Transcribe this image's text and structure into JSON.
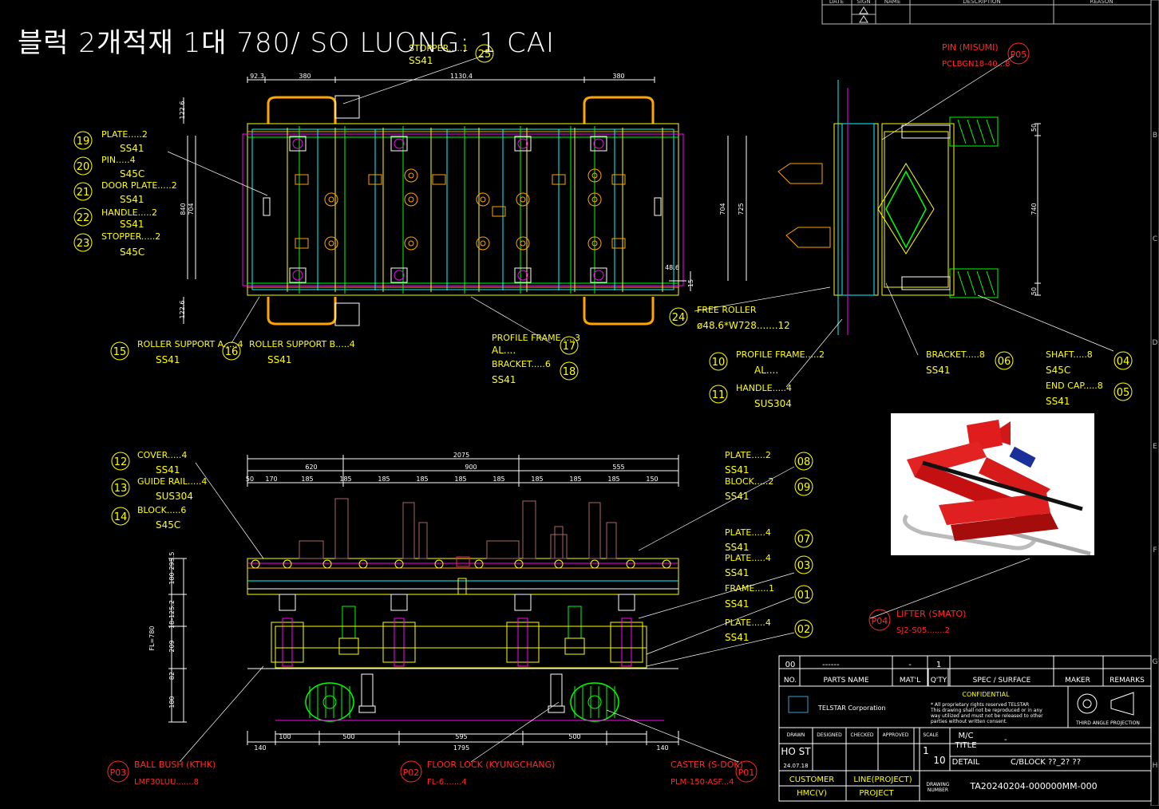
{
  "header_title": "블럭 2개적재 1대 780/ SO LUONG: 1 CAI",
  "revision_table": {
    "headers": [
      "DATE",
      "SIGN",
      "NAME",
      "DESCRIPTION",
      "REASON"
    ]
  },
  "callouts_top": [
    {
      "no": "25",
      "label": "STOPPER.....1",
      "mat": "SS41"
    },
    {
      "no": "19",
      "label": "PLATE.....2",
      "mat": "SS41"
    },
    {
      "no": "20",
      "label": "PIN.....4",
      "mat": "S45C"
    },
    {
      "no": "21",
      "label": "DOOR PLATE.....2",
      "mat": "SS41"
    },
    {
      "no": "22",
      "label": "HANDLE.....2",
      "mat": "SS41"
    },
    {
      "no": "23",
      "label": "STOPPER.....2",
      "mat": "S45C"
    },
    {
      "no": "15",
      "label": "ROLLER SUPPORT A.....4",
      "mat": "SS41"
    },
    {
      "no": "16",
      "label": "ROLLER SUPPORT B.....4",
      "mat": "SS41"
    },
    {
      "no": "17",
      "label": "PROFILE FRAME.....3",
      "mat": "AL...."
    },
    {
      "no": "18",
      "label": "BRACKET.....6",
      "mat": "SS41"
    },
    {
      "no": "24",
      "label": "FREE ROLLER",
      "mat": "ø48.6*W728.......12"
    },
    {
      "no": "10",
      "label": "PROFILE FRAME.....2",
      "mat": "AL...."
    },
    {
      "no": "11",
      "label": "HANDLE.....4",
      "mat": "SUS304"
    },
    {
      "no": "06",
      "label": "BRACKET.....8",
      "mat": "SS41"
    },
    {
      "no": "04",
      "label": "SHAFT.....8",
      "mat": "S45C"
    },
    {
      "no": "05",
      "label": "END CAP.....8",
      "mat": "SS41"
    },
    {
      "no": "P05",
      "label": "PIN (MISUMI)",
      "mat": "PCLBGN18-40...8"
    }
  ],
  "callouts_bottom": [
    {
      "no": "12",
      "label": "COVER.....4",
      "mat": "SS41"
    },
    {
      "no": "13",
      "label": "GUIDE RAIL.....4",
      "mat": "SUS304"
    },
    {
      "no": "14",
      "label": "BLOCK.....6",
      "mat": "S45C"
    },
    {
      "no": "08",
      "label": "PLATE.....2",
      "mat": "SS41"
    },
    {
      "no": "09",
      "label": "BLOCK.....2",
      "mat": "SS41"
    },
    {
      "no": "07",
      "label": "PLATE.....4",
      "mat": "SS41"
    },
    {
      "no": "03",
      "label": "PLATE.....4",
      "mat": "SS41"
    },
    {
      "no": "01",
      "label": "FRAME.....1",
      "mat": "SS41"
    },
    {
      "no": "02",
      "label": "PLATE.....4",
      "mat": "SS41"
    },
    {
      "no": "P04",
      "label": "LIFTER (SMATO)",
      "mat": "SJ2-S05.......2"
    },
    {
      "no": "P03",
      "label": "BALL BUSH (KTHK)",
      "mat": "LMF30LUU.......8"
    },
    {
      "no": "P02",
      "label": "FLOOR LOCK (KYUNGCHANG)",
      "mat": "FL-6.......4"
    },
    {
      "no": "P01",
      "label": "CASTER (S-DOK)",
      "mat": "PLM-150-ASF...4"
    }
  ],
  "dims_top": [
    "92.3",
    "380",
    "1130.4",
    "380",
    "122.6",
    "840",
    "704",
    "704",
    "725",
    "122.6",
    "48.6",
    "15",
    "50",
    "740",
    "50"
  ],
  "dims_bottom": [
    "2075",
    "620",
    "900",
    "555",
    "50",
    "170",
    "185",
    "185",
    "185",
    "185",
    "185",
    "185",
    "185",
    "185",
    "185",
    "150",
    "295.5",
    "180",
    "18-125.2",
    "209",
    "FL=780",
    "82",
    "180",
    "140",
    "100",
    "500",
    "595",
    "500",
    "1795",
    "140"
  ],
  "title_block": {
    "row1": {
      "no": "00",
      "parts": "------",
      "mat": "-",
      "qty": "1"
    },
    "headers": [
      "NO.",
      "PARTS NAME",
      "MAT'L",
      "Q'TY",
      "SPEC / SURFACE",
      "MAKER",
      "REMARKS"
    ],
    "company": "TELSTAR Corporation",
    "confidential": "CONFIDENTIAL",
    "conf_note_1": "* All proprietary rights reserved TELSTAR",
    "conf_note_2": "This drawing shall not be reproduced or in any",
    "conf_note_3": "way utilized and must not be released to other",
    "conf_note_4": "parties without written consent.",
    "projection": "THIRD ANGLE PROJECTION",
    "drawn_label": "DRAWN",
    "designed_label": "DESIGNED",
    "checked_label": "CHECKED",
    "approved_label": "APPROVED",
    "scale_label": "SCALE",
    "drawn_by": "HO ST",
    "date": "24.07.18",
    "scale_num": "1",
    "scale_den": "10",
    "mc_label": "M/C",
    "title_label": "TITLE",
    "title_value": "-",
    "detail_label": "DETAIL",
    "detail_value": "C/BLOCK ??_2? ??",
    "customer_label": "CUSTOMER",
    "customer_value": "HMC(V)",
    "line_label": "LINE(PROJECT)",
    "line_value": "PROJECT",
    "dwg_label_1": "DRAWING",
    "dwg_label_2": "NUMBER",
    "dwg_no": "TA20240204-000000MM-000"
  },
  "border_letters": [
    "B",
    "C",
    "D",
    "E",
    "F",
    "G",
    "H"
  ],
  "colors": {
    "background": "#000000",
    "yellow": "#ffff00",
    "cyan": "#00ffff",
    "magenta": "#ff00ff",
    "green": "#00ff00",
    "red": "#ff2a2a",
    "orange": "#ffa500",
    "white": "#ffffff"
  }
}
